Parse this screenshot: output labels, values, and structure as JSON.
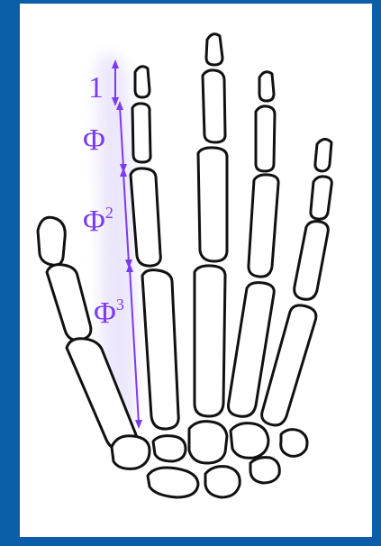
{
  "colors": {
    "frame": "#0a5fa8",
    "annotation": "#7a3cf0",
    "glow": "#e9e3fb",
    "bone_stroke": "#111111",
    "background": "#ffffff"
  },
  "labels": {
    "one": "1",
    "phi": "Φ",
    "phi2_base": "Φ",
    "phi2_exp": "2",
    "phi3_base": "Φ",
    "phi3_exp": "3"
  }
}
